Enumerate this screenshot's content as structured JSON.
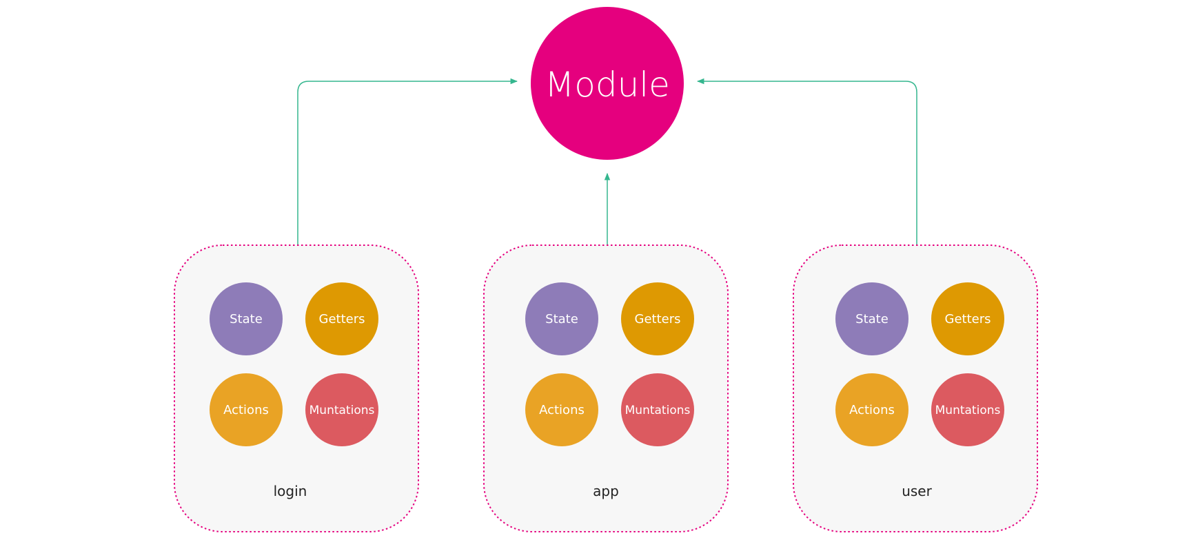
{
  "module": {
    "label": "Module",
    "color": "#E5007E"
  },
  "connector_color": "#34B68E",
  "group_border_color": "#E5007E",
  "group_fill_color": "#F7F7F7",
  "groups": [
    {
      "label": "login",
      "nodes": [
        {
          "label": "State",
          "color": "#8E7CB8"
        },
        {
          "label": "Getters",
          "color": "#DE9902"
        },
        {
          "label": "Actions",
          "color": "#E9A325"
        },
        {
          "label": "Muntations",
          "color": "#DC5A60"
        }
      ]
    },
    {
      "label": "app",
      "nodes": [
        {
          "label": "State",
          "color": "#8E7CB8"
        },
        {
          "label": "Getters",
          "color": "#DE9902"
        },
        {
          "label": "Actions",
          "color": "#E9A325"
        },
        {
          "label": "Muntations",
          "color": "#DC5A60"
        }
      ]
    },
    {
      "label": "user",
      "nodes": [
        {
          "label": "State",
          "color": "#8E7CB8"
        },
        {
          "label": "Getters",
          "color": "#DE9902"
        },
        {
          "label": "Actions",
          "color": "#E9A325"
        },
        {
          "label": "Muntations",
          "color": "#DC5A60"
        }
      ]
    }
  ]
}
